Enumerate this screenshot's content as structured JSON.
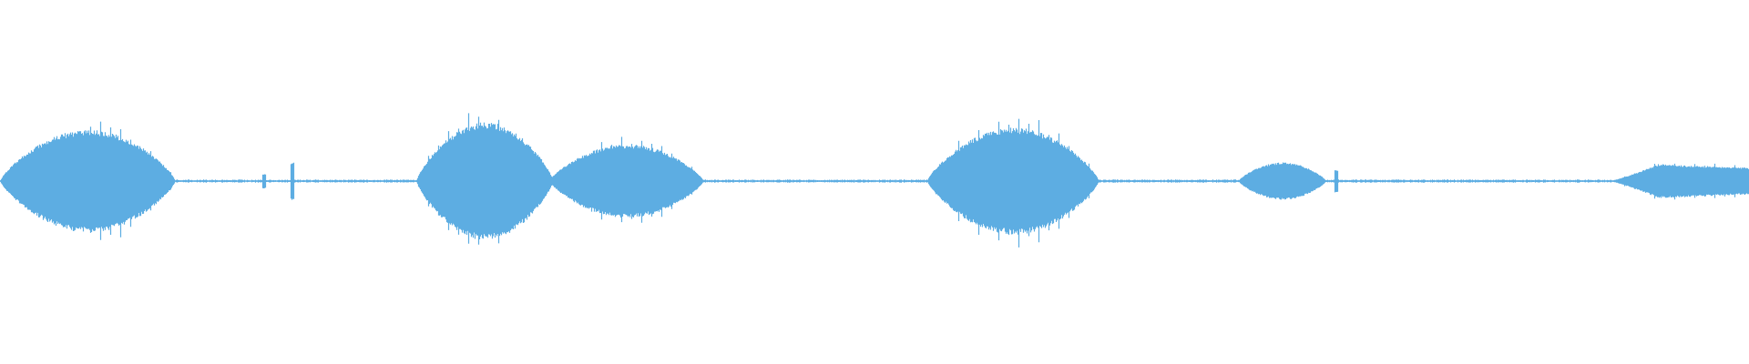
{
  "waveform": {
    "color": "#5dade2",
    "background": "#ffffff",
    "bursts": [
      {
        "start": 0.0,
        "end": 0.1,
        "peak": 0.5,
        "shape": "dome",
        "seed": 11
      },
      {
        "start": 0.15,
        "end": 0.152,
        "peak": 0.08,
        "shape": "spike",
        "seed": 23
      },
      {
        "start": 0.166,
        "end": 0.168,
        "peak": 0.18,
        "shape": "spike",
        "seed": 29
      },
      {
        "start": 0.238,
        "end": 0.316,
        "peak": 0.52,
        "shape": "dome",
        "seed": 37
      },
      {
        "start": 0.314,
        "end": 0.402,
        "peak": 0.38,
        "shape": "dome",
        "seed": 41
      },
      {
        "start": 0.53,
        "end": 0.628,
        "peak": 0.6,
        "shape": "dome",
        "seed": 53
      },
      {
        "start": 0.708,
        "end": 0.758,
        "peak": 0.19,
        "shape": "dome",
        "seed": 61
      },
      {
        "start": 0.763,
        "end": 0.765,
        "peak": 0.1,
        "shape": "spike",
        "seed": 67
      },
      {
        "start": 0.92,
        "end": 1.0,
        "peak": 0.17,
        "shape": "rise",
        "seed": 71
      }
    ],
    "baseline_noise": 0.012
  }
}
